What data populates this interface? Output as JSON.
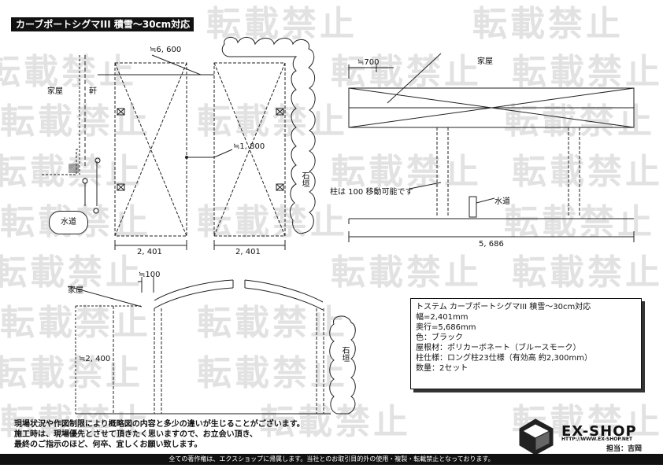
{
  "watermark": {
    "text": "転載禁止"
  },
  "header": {
    "title": "カーブポートシグマIII 積雪～30cm対応"
  },
  "plan": {
    "house_label": "家屋",
    "eave_label": "軒",
    "water_label": "水道",
    "depth_dim": "≒6, 600",
    "gap_dim": "≒1, 800",
    "width_dim_left": "2, 401",
    "width_dim_right": "2, 401",
    "stone_wall_label": "石垣"
  },
  "side_view": {
    "offset_dim": "≒700",
    "house_label": "家屋",
    "pillar_note": "柱は 100 移動可能です",
    "water_label": "水道",
    "length_dim": "5, 686"
  },
  "front_view": {
    "offset_dim": "≒100",
    "house_label": "家屋",
    "height_dim": "≒2, 400",
    "stone_wall_label": "石垣"
  },
  "spec": {
    "lines": [
      "トステム カーブポートシグマIII 積雪～30cm対応",
      "幅=2,401mm",
      "奥行=5,686mm",
      "色：ブラック",
      "屋根材：ポリカーボネート（ブルースモーク）",
      "柱仕様：ロング柱23仕様（有効高 約2,300mm）",
      "数量：2セット"
    ]
  },
  "notice": {
    "lines": [
      "現場状況や作図制限により概略図の内容と多少の違いが生じることがございます。",
      "施工時は、現場優先とさせて頂きたく思いますので、お立会い頂き、",
      "最終のご指示のほど、何卒、宜しくお願い致します。"
    ]
  },
  "logo": {
    "name": "EX-SHOP",
    "url": "HTTP://WWW.EX-SHOP.NET",
    "staff": "担当：吉岡"
  },
  "footer": {
    "text": "全ての著作権は、エクスショップに帰属します。当社とのお取引目的外の使用・複製・転載禁止となっております。"
  }
}
